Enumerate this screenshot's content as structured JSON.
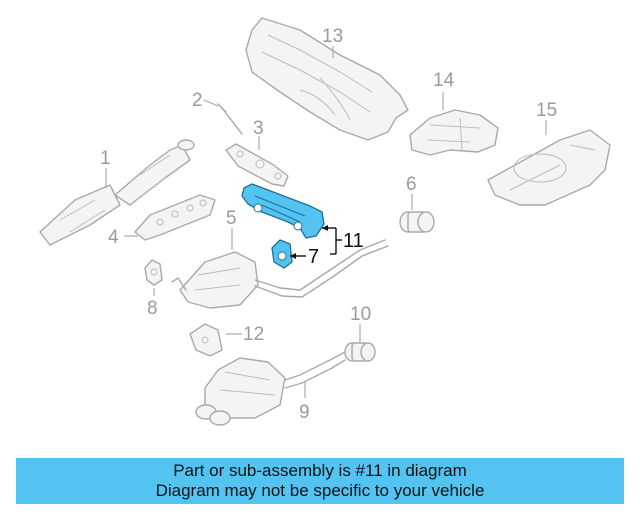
{
  "callouts": {
    "c1": "1",
    "c2": "2",
    "c3": "3",
    "c4": "4",
    "c5": "5",
    "c6": "6",
    "c7": "7",
    "c8": "8",
    "c9": "9",
    "c10": "10",
    "c11": "11",
    "c12": "12",
    "c13": "13",
    "c14": "14",
    "c15": "15"
  },
  "highlight_color": "#53c4f2",
  "banner": {
    "line1": "Part or sub-assembly is #11 in diagram",
    "line2": "Diagram may not be specific to your vehicle"
  }
}
